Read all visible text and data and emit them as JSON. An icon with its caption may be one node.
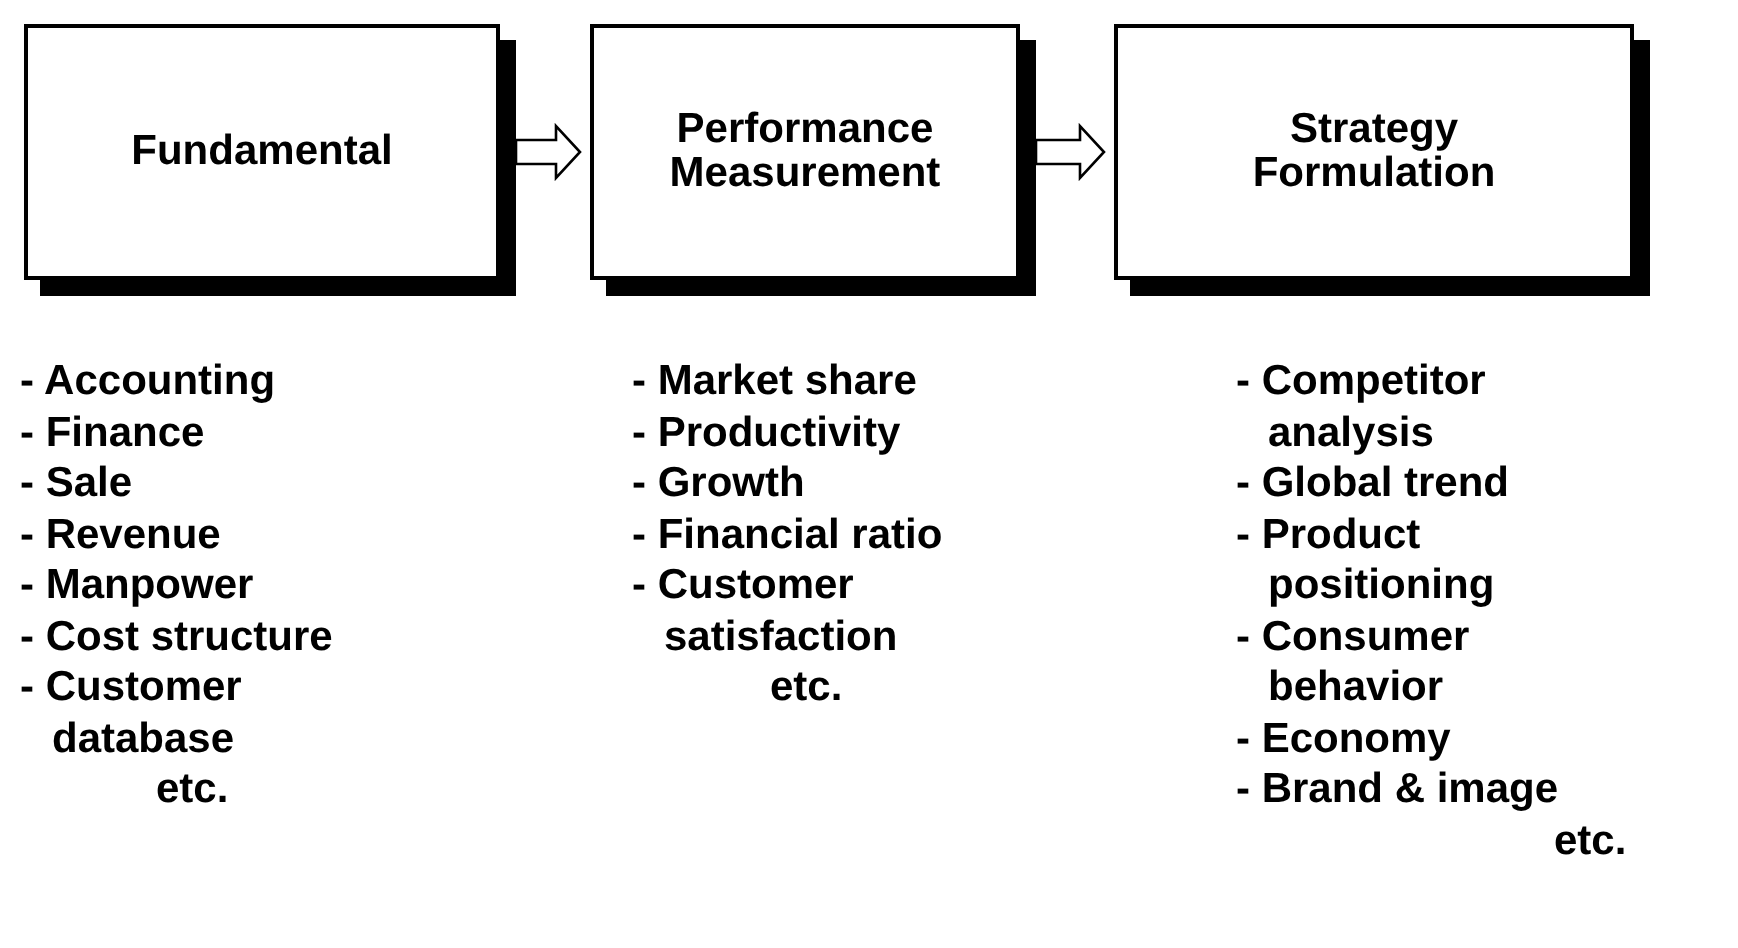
{
  "diagram": {
    "nodes": [
      {
        "text": [
          "Fundamental"
        ]
      },
      {
        "text": [
          "Performance Measurement"
        ]
      },
      {
        "text": [
          "Strategy Formulation"
        ]
      }
    ],
    "edges": [
      {
        "from": 0,
        "to": 1,
        "arrow": "to"
      },
      {
        "from": 1,
        "to": 2,
        "arrow": "to"
      }
    ],
    "labels": [
      "- Accounting",
      "- Finance",
      "- Sale",
      "- Revenue",
      "- Manpower",
      "- Cost structure",
      "- Customer database",
      "etc.",
      "- Market share",
      "- Productivity",
      "- Growth",
      "- Financial ratio",
      "- Customer satisfaction",
      "etc.",
      "- Competitor analysis",
      "- Global trend",
      "- Product positioning",
      "- Consumer behavior",
      "- Economy",
      "- Brand & image",
      "etc."
    ]
  }
}
